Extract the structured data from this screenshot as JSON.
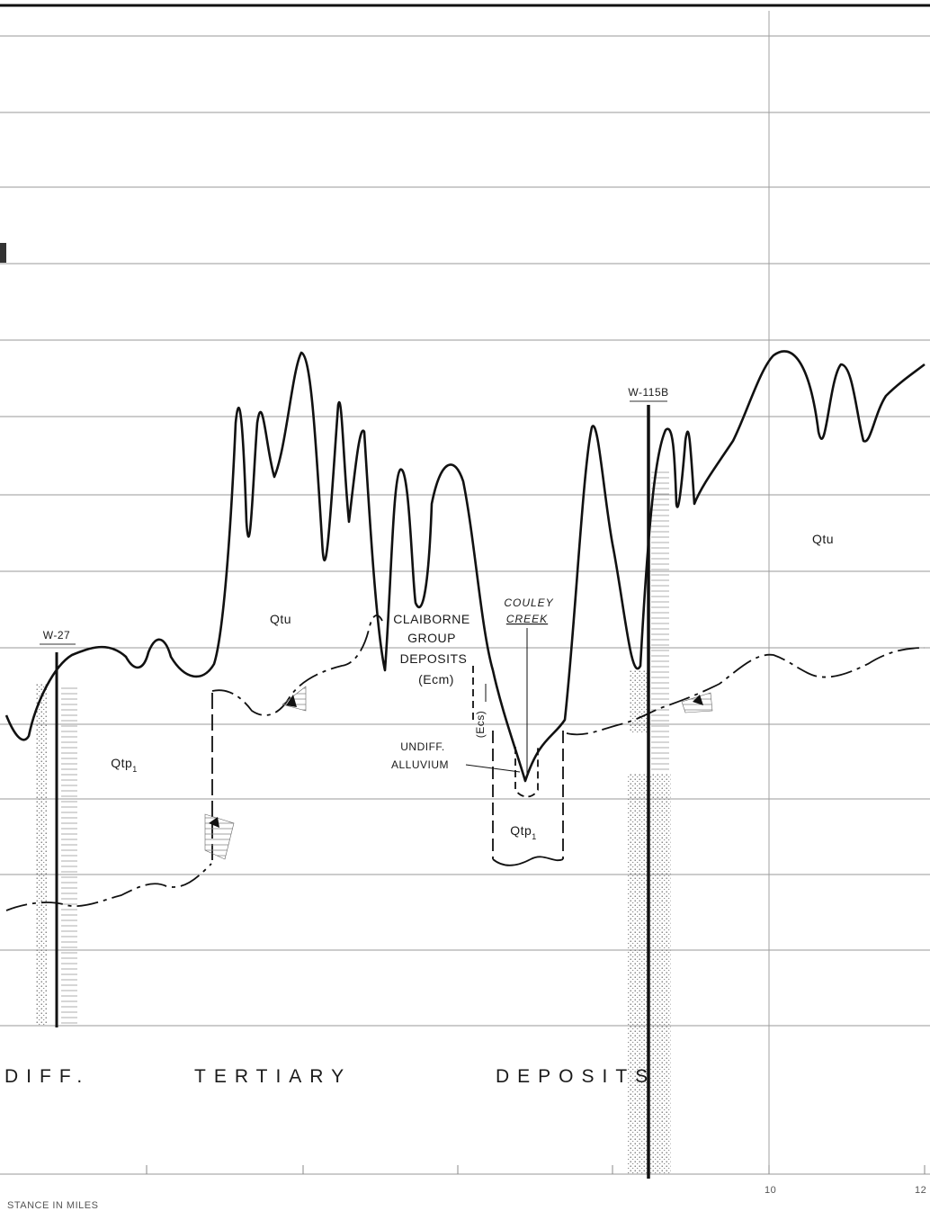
{
  "wells": [
    {
      "id": "w27",
      "label": "W-27"
    },
    {
      "id": "w115b",
      "label": "W-115B"
    }
  ],
  "units": {
    "qtu_left": "Qtu",
    "qtu_right": "Qtu",
    "qtp1_left": "Qtp",
    "qtp1_right": "Qtp",
    "subscript": "1",
    "claiborne": [
      "CLAIBORNE",
      "GROUP",
      "DEPOSITS",
      "(Ecm)"
    ],
    "ecs": "(Ecs)",
    "alluvium": [
      "UNDIFF.",
      "ALLUVIUM"
    ]
  },
  "features": {
    "creek": [
      "COULEY",
      "CREEK"
    ]
  },
  "bottom_band": {
    "undiff": "DIFF.",
    "tertiary": "TERTIARY",
    "deposits": "DEPOSITS"
  },
  "axis": {
    "title": "STANCE IN MILES",
    "tick_10": "10",
    "tick_12": "12"
  },
  "colors": {
    "line": "#111111",
    "grid": "#9a9a9a",
    "background": "#ffffff"
  }
}
